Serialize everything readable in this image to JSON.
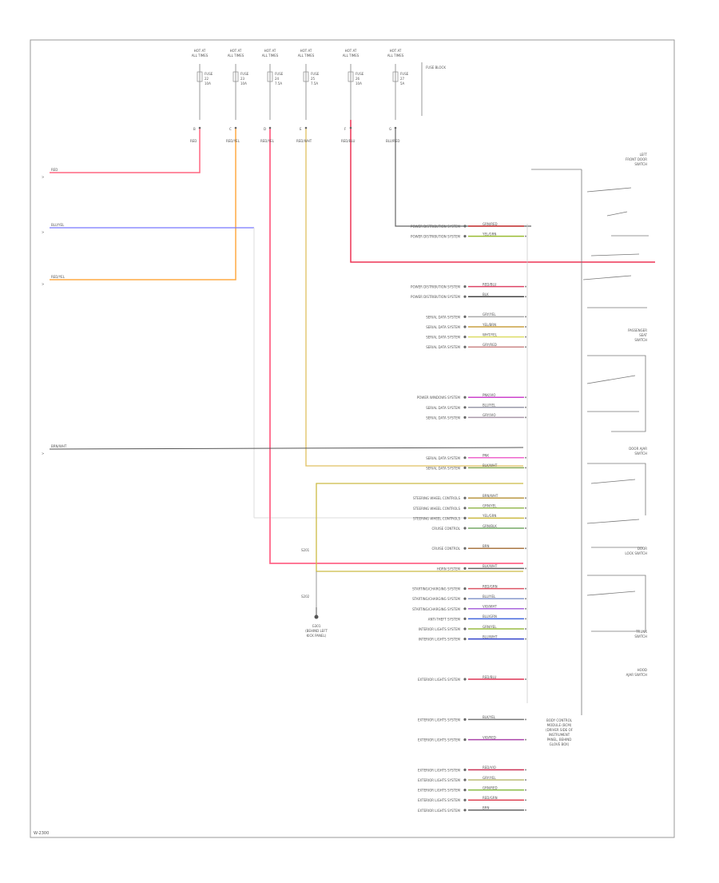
{
  "diagram": {
    "page_code": "W-2300",
    "fuse_headers": [
      {
        "id": "f1",
        "line1": "HOT AT",
        "line2": "ALL TIMES",
        "fuse_label": "FUSE",
        "fuse_num": "22",
        "amps": "10A"
      },
      {
        "id": "f2",
        "line1": "HOT AT",
        "line2": "ALL TIMES",
        "fuse_label": "FUSE",
        "fuse_num": "23",
        "amps": "10A"
      },
      {
        "id": "f3",
        "line1": "HOT AT",
        "line2": "ALL TIMES",
        "fuse_label": "FUSE",
        "fuse_num": "24",
        "amps": "7.5A"
      },
      {
        "id": "f4",
        "line1": "HOT AT",
        "line2": "ALL TIMES",
        "fuse_label": "FUSE",
        "fuse_num": "25",
        "amps": "7.5A"
      },
      {
        "id": "f5",
        "line1": "HOT AT",
        "line2": "ALL TIMES",
        "fuse_label": "FUSE",
        "fuse_num": "26",
        "amps": "10A"
      },
      {
        "id": "f6",
        "line1": "HOT AT",
        "line2": "ALL TIMES",
        "fuse_label": "FUSE",
        "fuse_num": "27",
        "amps": "5A"
      }
    ],
    "fuse_box_label": "FUSE BLOCK",
    "top_wire_colors": [
      {
        "id": "w1",
        "pin": "B",
        "color_text": "RED"
      },
      {
        "id": "w2",
        "pin": "C",
        "color_text": "RED/YEL"
      },
      {
        "id": "w3",
        "pin": "D",
        "color_text": "RED/YEL"
      },
      {
        "id": "w4",
        "pin": "E",
        "color_text": "RED/WHT"
      },
      {
        "id": "w5",
        "pin": "F",
        "color_text": "RED/BLU"
      },
      {
        "id": "w6",
        "pin": "G",
        "color_text": "BLU/RED"
      }
    ],
    "left_connections": [
      {
        "id": "L1",
        "text": "RED"
      },
      {
        "id": "L2",
        "text": "BLU/YEL"
      },
      {
        "id": "L3",
        "text": "RED/YEL"
      },
      {
        "id": "L4",
        "text": "BRN/WHT"
      }
    ],
    "module_pins": [
      {
        "desc": "POWER DISTRIBUTION SYSTEM",
        "wire": "GRN/RED",
        "color": "#cc3333"
      },
      {
        "desc": "POWER DISTRIBUTION SYSTEM",
        "wire": "YEL/GRN",
        "color": "#99bb33"
      },
      {
        "desc": "POWER DISTRIBUTION SYSTEM",
        "wire": "RED/BLU",
        "color": "#dd4466"
      },
      {
        "desc": "POWER DISTRIBUTION SYSTEM",
        "wire": "BLK",
        "color": "#444444"
      },
      {
        "desc": "SERIAL DATA SYSTEM",
        "wire": "GRY/YEL",
        "color": "#aaaaaa"
      },
      {
        "desc": "SERIAL DATA SYSTEM",
        "wire": "YEL/BRN",
        "color": "#c8a040"
      },
      {
        "desc": "SERIAL DATA SYSTEM",
        "wire": "WHT/YEL",
        "color": "#dddd66"
      },
      {
        "desc": "SERIAL DATA SYSTEM",
        "wire": "GRY/RED",
        "color": "#cc8888"
      },
      {
        "desc": "POWER WINDOWS SYSTEM",
        "wire": "PNK/VIO",
        "color": "#cc44cc"
      },
      {
        "desc": "SERIAL DATA SYSTEM",
        "wire": "BLU/YEL",
        "color": "#9999aa"
      },
      {
        "desc": "SERIAL DATA SYSTEM",
        "wire": "GRY/VIO",
        "color": "#aa99aa"
      },
      {
        "desc": "SERIAL DATA SYSTEM",
        "wire": "PNK",
        "color": "#ee66cc"
      },
      {
        "desc": "SERIAL DATA SYSTEM",
        "wire": "BLK/WHT",
        "color": "#88aa55"
      },
      {
        "desc": "STEERING WHEEL CONTROLS",
        "wire": "BRN/WHT",
        "color": "#bb9944"
      },
      {
        "desc": "STEERING WHEEL CONTROLS",
        "wire": "GRN/YEL",
        "color": "#99bb55"
      },
      {
        "desc": "STEERING WHEEL CONTROLS",
        "wire": "YEL/GRN",
        "color": "#ccbb44"
      },
      {
        "desc": "CRUISE CONTROL",
        "wire": "GRN/BLK",
        "color": "#77aa66"
      },
      {
        "desc": "CRUISE CONTROL",
        "wire": "BRN",
        "color": "#aa7744"
      },
      {
        "desc": "HORN SYSTEM",
        "wire": "BLK/WHT",
        "color": "#666666"
      },
      {
        "desc": "STARTING/CHARGING SYSTEM",
        "wire": "RED/GRN",
        "color": "#dd5566"
      },
      {
        "desc": "STARTING/CHARGING SYSTEM",
        "wire": "BLU/YEL",
        "color": "#8899cc"
      },
      {
        "desc": "STARTING/CHARGING SYSTEM",
        "wire": "VIO/WHT",
        "color": "#aa66dd"
      },
      {
        "desc": "ANTI-THEFT SYSTEM",
        "wire": "BLU/GRN",
        "color": "#4466dd"
      },
      {
        "desc": "INTERIOR LIGHTS SYSTEM",
        "wire": "GRN/YEL",
        "color": "#99bb44"
      },
      {
        "desc": "INTERIOR LIGHTS SYSTEM",
        "wire": "BLU/WHT",
        "color": "#3344cc"
      },
      {
        "desc": "EXTERIOR LIGHTS SYSTEM",
        "wire": "RED/BLU",
        "color": "#dd3355"
      },
      {
        "desc": "EXTERIOR LIGHTS SYSTEM",
        "wire": "BLK/YEL",
        "color": "#777777"
      },
      {
        "desc": "EXTERIOR LIGHTS SYSTEM",
        "wire": "VIO/RED",
        "color": "#aa44aa"
      },
      {
        "desc": "EXTERIOR LIGHTS SYSTEM",
        "wire": "RED/VIO",
        "color": "#cc3355"
      },
      {
        "desc": "EXTERIOR LIGHTS SYSTEM",
        "wire": "GRY/YEL",
        "color": "#bbbb77"
      },
      {
        "desc": "EXTERIOR LIGHTS SYSTEM",
        "wire": "GRN/RED",
        "color": "#88bb44"
      },
      {
        "desc": "EXTERIOR LIGHTS SYSTEM",
        "wire": "RED/GRN",
        "color": "#dd4455"
      },
      {
        "desc": "EXTERIOR LIGHTS SYSTEM",
        "wire": "BRN",
        "color": "#666666"
      }
    ],
    "right_labels": [
      {
        "id": "r1",
        "lines": [
          "LEFT",
          "FRONT DOOR",
          "SWITCH"
        ]
      },
      {
        "id": "r2",
        "lines": [
          "PASSENGER",
          "SEAT",
          "SWITCH"
        ]
      },
      {
        "id": "r3",
        "lines": [
          "DOOR AJAR",
          "SWITCH"
        ]
      },
      {
        "id": "r4",
        "lines": [
          "DOOR",
          "LOCK SWITCH"
        ]
      },
      {
        "id": "r5",
        "lines": [
          "TRUNK",
          "SWITCH"
        ]
      },
      {
        "id": "r6",
        "lines": [
          "HOOD",
          "AJAR SWITCH"
        ]
      }
    ],
    "module_label": [
      "BODY CONTROL",
      "MODULE (BCM)",
      "(DRIVER SIDE OF",
      "INSTRUMENT",
      "PANEL, BEHIND",
      "GLOVE BOX)"
    ],
    "ground_label": [
      "G301",
      "(BEHIND LEFT",
      "KICK PANEL)"
    ],
    "splice_labels": [
      "S201",
      "S202"
    ]
  }
}
